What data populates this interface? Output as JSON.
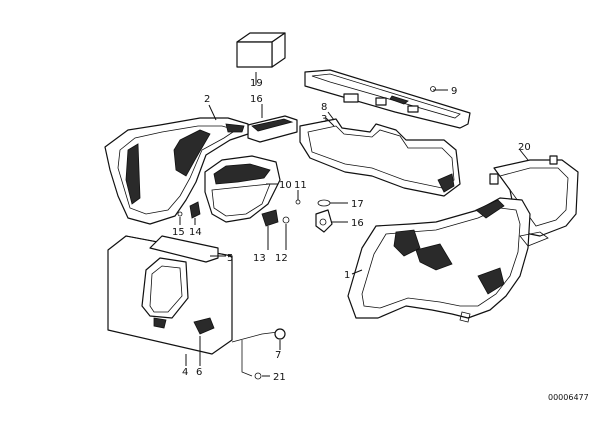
{
  "labels": {
    "p1": "1",
    "p2": "2",
    "p3": "3",
    "p4": "4",
    "p5": "5",
    "p6": "6",
    "p7": "7",
    "p8": "8",
    "p9": "9",
    "p10": "10",
    "p11": "11",
    "p12": "12",
    "p13": "13",
    "p14": "14",
    "p15": "15",
    "p16": "16",
    "p16b": "16",
    "p17": "17",
    "p19": "19",
    "p20": "20",
    "p21": "21"
  },
  "document_number": "00006477"
}
